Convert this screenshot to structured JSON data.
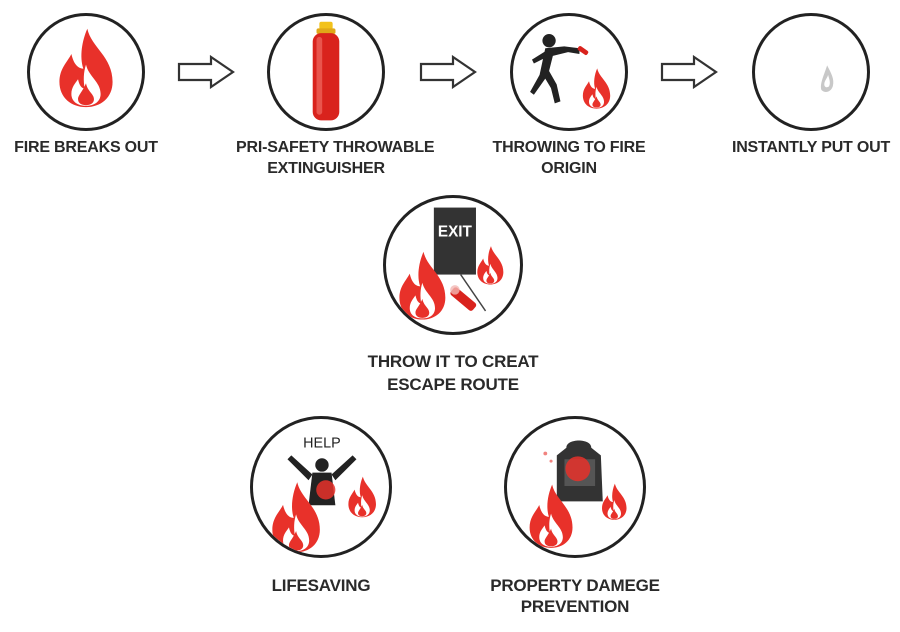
{
  "colors": {
    "flame_red": "#e8312a",
    "flame_white": "#ffffff",
    "outline": "#222222",
    "caption_text": "#2a2a2a",
    "exit_sign": "#333333",
    "extinguisher_red": "#d9231d",
    "extinguisher_cap": "#f2c21b"
  },
  "steps": [
    {
      "lines": [
        "FIRE BREAKS OUT"
      ],
      "icon": "flame-icon"
    },
    {
      "lines": [
        "PRI-SAFETY THROWABLE",
        "EXTINGUISHER"
      ],
      "icon": "extinguisher-icon"
    },
    {
      "lines": [
        "THROWING TO FIRE",
        "ORIGIN"
      ],
      "icon": "throwing-person-icon"
    },
    {
      "lines": [
        "INSTANTLY PUT OUT"
      ],
      "icon": "smoke-icon"
    }
  ],
  "flow_arrow_icon": "right-arrow-icon",
  "escape": {
    "lines": [
      "THROW IT TO CREAT",
      "ESCAPE ROUTE"
    ],
    "exit_sign_text": "EXIT",
    "icon": "exit-sign-icon"
  },
  "lifesaving": {
    "lines": [
      "LIFESAVING"
    ],
    "help_text": "HELP",
    "icon": "person-in-fire-icon"
  },
  "property": {
    "lines": [
      "PROPERTY DAMEGE",
      "PREVENTION"
    ],
    "icon": "backpack-icon"
  }
}
